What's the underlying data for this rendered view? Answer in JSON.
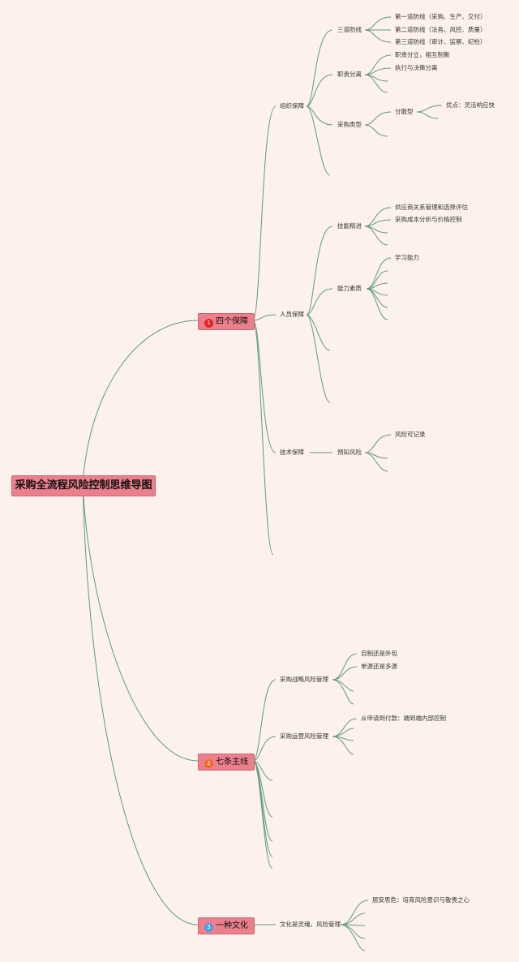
{
  "colors": {
    "background": "#fdf1ec",
    "line": "#5f9a7f",
    "node_fill": "#ec7f8c",
    "badge_1": "#e7241d",
    "badge_2": "#f4682b",
    "badge_3": "#4a9fe0"
  },
  "root": {
    "title": "采购全流程风险控制思维导图"
  },
  "branches": [
    {
      "badge": "1",
      "label": "四个保障"
    },
    {
      "badge": "2",
      "label": "七条主线"
    },
    {
      "badge": "3",
      "label": "一种文化"
    }
  ],
  "four": {
    "org": {
      "label": "组织保障",
      "lines": {
        "label": "三道防线",
        "items": [
          "第一道防线（采购、生产、交付）",
          "第二道防线（法务、风控、质量）",
          "第三道防线（审计、监察、纪检）"
        ]
      },
      "duty": {
        "label": "职责分离",
        "items": [
          "职责分立，相互制衡",
          "执行与决策分离"
        ]
      },
      "type": {
        "label": "采购类型",
        "dispersed": "分散型",
        "merit": "优点：灵活响应快"
      }
    },
    "people": {
      "label": "人员保障",
      "skill": {
        "label": "技能精进",
        "items": [
          "供应商关系管理和选择评估",
          "采购成本分析与价格控制"
        ]
      },
      "ability": {
        "label": "能力素质",
        "items": [
          "学习能力"
        ]
      }
    },
    "tech": {
      "label": "技术保障",
      "predict": {
        "label": "预知风险",
        "items": [
          "风险可记录"
        ]
      }
    }
  },
  "seven": {
    "strategy": {
      "label": "采购战略风险管理",
      "items": [
        "自制还是外包",
        "单源还是多源"
      ]
    },
    "operation": {
      "label": "采购运营风险管理",
      "items": [
        "从申请到付款：端到端内部控制"
      ]
    }
  },
  "culture": {
    "label": "文化是灵魂，风险管理",
    "items": [
      "居安思危：培育风险意识与敬畏之心"
    ]
  }
}
